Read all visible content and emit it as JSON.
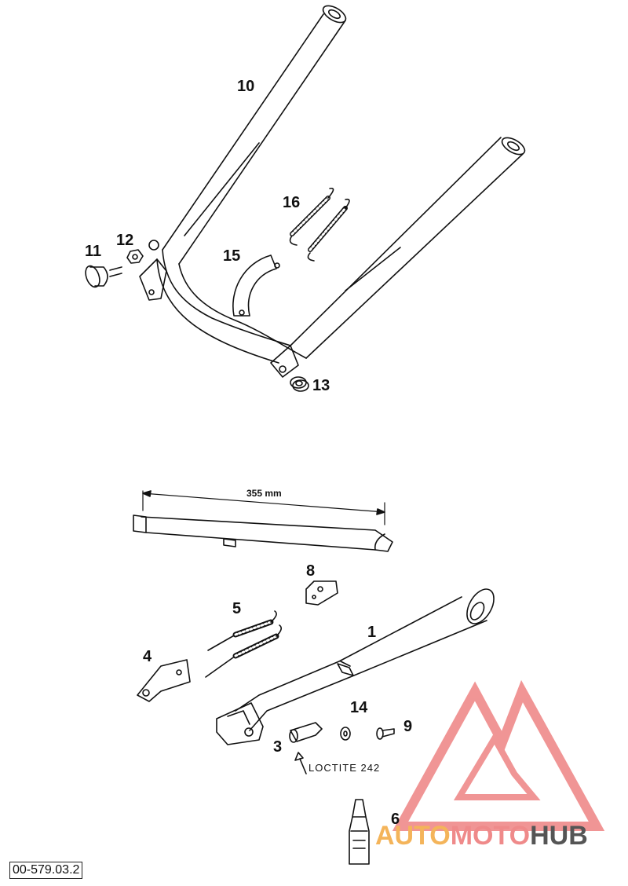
{
  "diagram_code": "00-579.03.2",
  "dimension_label": "355 mm",
  "loctite_label": "LOCTITE 242",
  "watermark": {
    "brand_part1": "AUTO",
    "brand_part2": "MOTO",
    "brand_part3": "HUB",
    "colors": {
      "triangle": "#ef8a8a",
      "part1": "#f4b45a",
      "part2": "#ef8a8a",
      "part3": "#555555"
    }
  },
  "callouts": {
    "c1": "1",
    "c3": "3",
    "c4": "4",
    "c5": "5",
    "c6": "6",
    "c8": "8",
    "c9": "9",
    "c10": "10",
    "c11": "11",
    "c12": "12",
    "c13": "13",
    "c14": "14",
    "c15": "15",
    "c16": "16"
  }
}
